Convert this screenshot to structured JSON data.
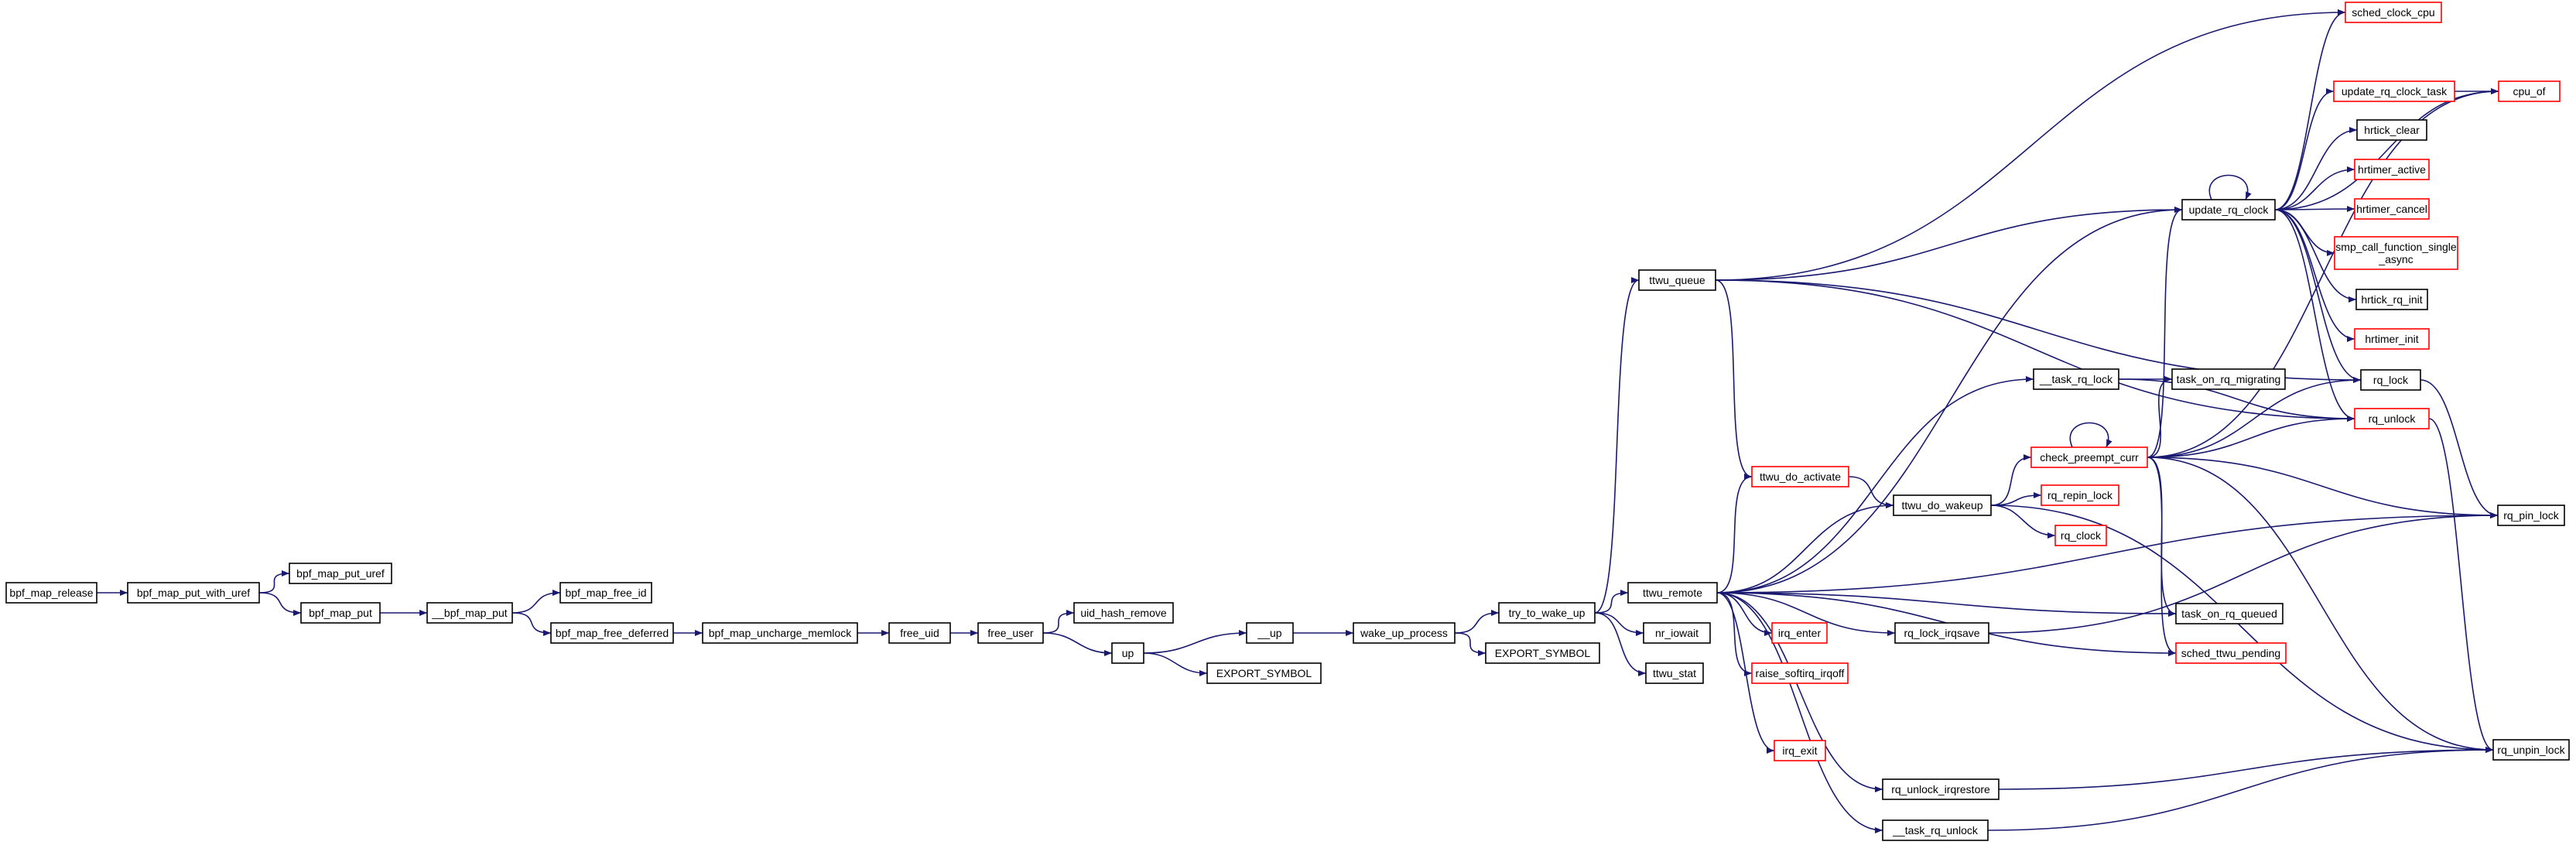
{
  "colors": {
    "edge": "#191970",
    "box_normal": "#000000",
    "box_truncated": "#ff0000",
    "box_root_fill": "#bfbfbf"
  },
  "nodes": {
    "bpf_map_release": {
      "label": "bpf_map_release",
      "style": "root"
    },
    "bpf_map_put_with_uref": {
      "label": "bpf_map_put_with_uref",
      "style": "normal"
    },
    "bpf_map_put_uref": {
      "label": "bpf_map_put_uref",
      "style": "normal"
    },
    "bpf_map_put": {
      "label": "bpf_map_put",
      "style": "normal"
    },
    "__bpf_map_put": {
      "label": "__bpf_map_put",
      "style": "normal"
    },
    "bpf_map_free_id": {
      "label": "bpf_map_free_id",
      "style": "normal"
    },
    "bpf_map_free_deferred": {
      "label": "bpf_map_free_deferred",
      "style": "normal"
    },
    "bpf_map_uncharge_memlock": {
      "label": "bpf_map_uncharge_memlock",
      "style": "normal"
    },
    "free_uid": {
      "label": "free_uid",
      "style": "normal"
    },
    "free_user": {
      "label": "free_user",
      "style": "normal"
    },
    "uid_hash_remove": {
      "label": "uid_hash_remove",
      "style": "normal"
    },
    "up": {
      "label": "up",
      "style": "normal"
    },
    "__up": {
      "label": "__up",
      "style": "normal"
    },
    "export_symbol_1": {
      "label": "EXPORT_SYMBOL",
      "style": "normal"
    },
    "wake_up_process": {
      "label": "wake_up_process",
      "style": "normal"
    },
    "try_to_wake_up": {
      "label": "try_to_wake_up",
      "style": "normal"
    },
    "export_symbol_2": {
      "label": "EXPORT_SYMBOL",
      "style": "normal"
    },
    "ttwu_queue": {
      "label": "ttwu_queue",
      "style": "normal"
    },
    "ttwu_remote": {
      "label": "ttwu_remote",
      "style": "normal"
    },
    "nr_iowait": {
      "label": "nr_iowait",
      "style": "normal"
    },
    "ttwu_stat": {
      "label": "ttwu_stat",
      "style": "normal"
    },
    "ttwu_do_activate": {
      "label": "ttwu_do_activate",
      "style": "truncated"
    },
    "irq_enter": {
      "label": "irq_enter",
      "style": "truncated"
    },
    "raise_softirq_irqoff": {
      "label": "raise_softirq_irqoff",
      "style": "truncated"
    },
    "irq_exit": {
      "label": "irq_exit",
      "style": "truncated"
    },
    "__task_rq_lock": {
      "label": "__task_rq_lock",
      "style": "normal"
    },
    "ttwu_do_wakeup": {
      "label": "ttwu_do_wakeup",
      "style": "normal"
    },
    "rq_lock_irqsave": {
      "label": "rq_lock_irqsave",
      "style": "normal"
    },
    "rq_unlock_irqrestore": {
      "label": "rq_unlock_irqrestore",
      "style": "normal"
    },
    "__task_rq_unlock": {
      "label": "__task_rq_unlock",
      "style": "normal"
    },
    "update_rq_clock": {
      "label": "update_rq_clock",
      "style": "normal"
    },
    "task_on_rq_migrating": {
      "label": "task_on_rq_migrating",
      "style": "normal"
    },
    "check_preempt_curr": {
      "label": "check_preempt_curr",
      "style": "truncated"
    },
    "rq_repin_lock": {
      "label": "rq_repin_lock",
      "style": "truncated"
    },
    "rq_clock": {
      "label": "rq_clock",
      "style": "truncated"
    },
    "task_on_rq_queued": {
      "label": "task_on_rq_queued",
      "style": "normal"
    },
    "sched_ttwu_pending": {
      "label": "sched_ttwu_pending",
      "style": "truncated"
    },
    "sched_clock_cpu": {
      "label": "sched_clock_cpu",
      "style": "truncated"
    },
    "update_rq_clock_task": {
      "label": "update_rq_clock_task",
      "style": "truncated"
    },
    "hrtick_clear": {
      "label": "hrtick_clear",
      "style": "normal"
    },
    "hrtimer_active": {
      "label": "hrtimer_active",
      "style": "truncated"
    },
    "hrtimer_cancel": {
      "label": "hrtimer_cancel",
      "style": "truncated"
    },
    "smp_call_function_single_async": {
      "label": [
        "smp_call_function_single",
        "_async"
      ],
      "style": "truncated"
    },
    "hrtick_rq_init": {
      "label": "hrtick_rq_init",
      "style": "normal"
    },
    "hrtimer_init": {
      "label": "hrtimer_init",
      "style": "truncated"
    },
    "rq_lock": {
      "label": "rq_lock",
      "style": "normal"
    },
    "rq_unlock": {
      "label": "rq_unlock",
      "style": "truncated"
    },
    "rq_pin_lock": {
      "label": "rq_pin_lock",
      "style": "normal"
    },
    "rq_unpin_lock": {
      "label": "rq_unpin_lock",
      "style": "normal"
    },
    "cpu_of": {
      "label": "cpu_of",
      "style": "truncated"
    }
  },
  "edges": [
    [
      "bpf_map_release",
      "bpf_map_put_with_uref"
    ],
    [
      "bpf_map_put_with_uref",
      "bpf_map_put_uref"
    ],
    [
      "bpf_map_put_with_uref",
      "bpf_map_put"
    ],
    [
      "bpf_map_put",
      "__bpf_map_put"
    ],
    [
      "__bpf_map_put",
      "bpf_map_free_id"
    ],
    [
      "__bpf_map_put",
      "bpf_map_free_deferred"
    ],
    [
      "bpf_map_free_deferred",
      "bpf_map_uncharge_memlock"
    ],
    [
      "bpf_map_uncharge_memlock",
      "free_uid"
    ],
    [
      "free_uid",
      "free_user"
    ],
    [
      "free_user",
      "uid_hash_remove"
    ],
    [
      "free_user",
      "up"
    ],
    [
      "up",
      "__up"
    ],
    [
      "up",
      "export_symbol_1"
    ],
    [
      "__up",
      "wake_up_process"
    ],
    [
      "wake_up_process",
      "try_to_wake_up"
    ],
    [
      "wake_up_process",
      "export_symbol_2"
    ],
    [
      "try_to_wake_up",
      "ttwu_queue"
    ],
    [
      "try_to_wake_up",
      "ttwu_remote"
    ],
    [
      "try_to_wake_up",
      "nr_iowait"
    ],
    [
      "try_to_wake_up",
      "ttwu_stat"
    ],
    [
      "ttwu_queue",
      "sched_clock_cpu"
    ],
    [
      "ttwu_queue",
      "update_rq_clock"
    ],
    [
      "ttwu_queue",
      "ttwu_do_activate"
    ],
    [
      "ttwu_queue",
      "rq_lock"
    ],
    [
      "ttwu_queue",
      "rq_unlock"
    ],
    [
      "ttwu_remote",
      "update_rq_clock"
    ],
    [
      "ttwu_remote",
      "__task_rq_lock"
    ],
    [
      "ttwu_remote",
      "ttwu_do_activate"
    ],
    [
      "ttwu_remote",
      "ttwu_do_wakeup"
    ],
    [
      "ttwu_remote",
      "irq_enter"
    ],
    [
      "ttwu_remote",
      "raise_softirq_irqoff"
    ],
    [
      "ttwu_remote",
      "irq_exit"
    ],
    [
      "ttwu_remote",
      "rq_lock_irqsave"
    ],
    [
      "ttwu_remote",
      "rq_unlock_irqrestore"
    ],
    [
      "ttwu_remote",
      "__task_rq_unlock"
    ],
    [
      "ttwu_remote",
      "task_on_rq_queued"
    ],
    [
      "ttwu_remote",
      "rq_pin_lock"
    ],
    [
      "ttwu_remote",
      "sched_ttwu_pending"
    ],
    [
      "ttwu_do_activate",
      "ttwu_do_wakeup"
    ],
    [
      "ttwu_do_wakeup",
      "check_preempt_curr"
    ],
    [
      "ttwu_do_wakeup",
      "rq_repin_lock"
    ],
    [
      "ttwu_do_wakeup",
      "rq_clock"
    ],
    [
      "ttwu_do_wakeup",
      "rq_unpin_lock"
    ],
    [
      "__task_rq_lock",
      "task_on_rq_migrating"
    ],
    [
      "__task_rq_lock",
      "rq_unlock"
    ],
    [
      "rq_lock_irqsave",
      "rq_pin_lock"
    ],
    [
      "rq_unlock_irqrestore",
      "rq_unpin_lock"
    ],
    [
      "__task_rq_unlock",
      "rq_unpin_lock"
    ],
    [
      "check_preempt_curr",
      "check_preempt_curr"
    ],
    [
      "check_preempt_curr",
      "update_rq_clock"
    ],
    [
      "check_preempt_curr",
      "task_on_rq_migrating"
    ],
    [
      "check_preempt_curr",
      "rq_lock"
    ],
    [
      "check_preempt_curr",
      "rq_unlock"
    ],
    [
      "check_preempt_curr",
      "rq_pin_lock"
    ],
    [
      "check_preempt_curr",
      "cpu_of"
    ],
    [
      "check_preempt_curr",
      "task_on_rq_queued"
    ],
    [
      "check_preempt_curr",
      "sched_ttwu_pending"
    ],
    [
      "check_preempt_curr",
      "rq_unpin_lock"
    ],
    [
      "update_rq_clock",
      "update_rq_clock"
    ],
    [
      "update_rq_clock",
      "sched_clock_cpu"
    ],
    [
      "update_rq_clock",
      "update_rq_clock_task"
    ],
    [
      "update_rq_clock",
      "cpu_of"
    ],
    [
      "update_rq_clock",
      "hrtick_clear"
    ],
    [
      "update_rq_clock",
      "hrtimer_active"
    ],
    [
      "update_rq_clock",
      "hrtimer_cancel"
    ],
    [
      "update_rq_clock",
      "smp_call_function_single_async"
    ],
    [
      "update_rq_clock",
      "hrtick_rq_init"
    ],
    [
      "update_rq_clock",
      "hrtimer_init"
    ],
    [
      "update_rq_clock",
      "rq_lock"
    ],
    [
      "update_rq_clock",
      "rq_unlock"
    ],
    [
      "update_rq_clock_task",
      "cpu_of"
    ],
    [
      "rq_lock",
      "rq_pin_lock"
    ],
    [
      "rq_unlock",
      "rq_unpin_lock"
    ]
  ]
}
